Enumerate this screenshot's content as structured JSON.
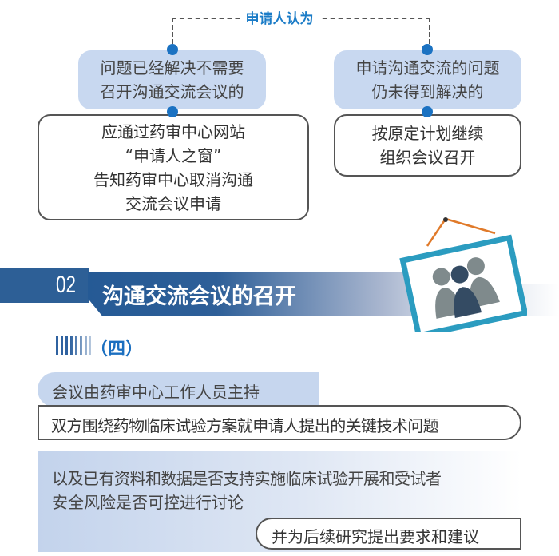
{
  "decision": {
    "title": "申请人认为",
    "left": {
      "condition": [
        "问题已经解决不需要",
        "召开沟通交流会议的"
      ],
      "action": [
        "应通过药审中心网站",
        "“申请人之窗”",
        "告知药审中心取消沟通",
        "交流会议申请"
      ]
    },
    "right": {
      "condition": [
        "申请沟通交流的问题",
        "仍未得到解决的"
      ],
      "action": [
        "按原定计划继续",
        "组织会议召开"
      ]
    }
  },
  "section": {
    "number": "02",
    "title": "沟通交流会议的召开",
    "icon": "meeting-people-frame-icon"
  },
  "subsection": {
    "label": "（四）",
    "host": "会议由药审中心工作人员主持",
    "discussion": "双方围绕药物临床试验方案就申请人提出的关键技术问题",
    "details": [
      "以及已有资料和数据是否支持实施临床试验开展和受试者",
      "安全风险是否可控进行讨论"
    ],
    "followup": "并为后续研究提出要求和建议"
  },
  "colors": {
    "accent": "#1b7cc7",
    "banner": "#2a5b96",
    "frame": "#2b9cc0",
    "light": "#c8d8f0"
  }
}
